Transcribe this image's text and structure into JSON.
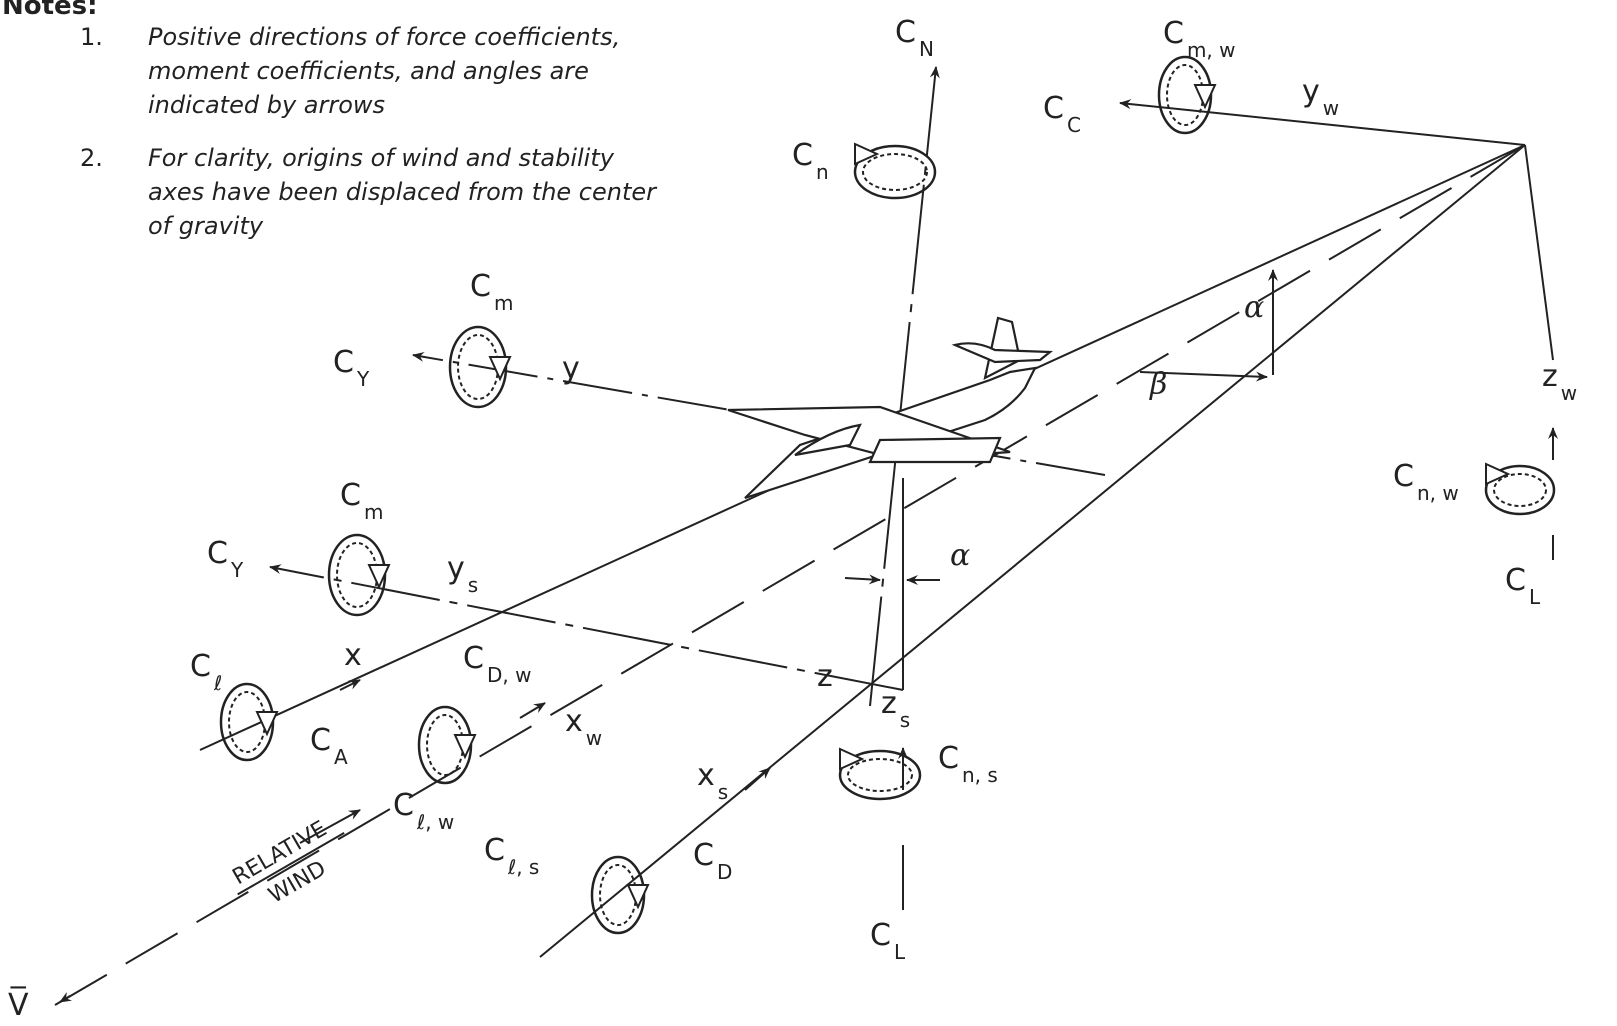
{
  "notes": {
    "heading": "Notes:",
    "note1_num": "1.",
    "note1_lines": [
      "Positive directions of force coefficients,",
      "moment coefficients, and angles are",
      "indicated by arrows"
    ],
    "note2_num": "2.",
    "note2_lines": [
      "For clarity, origins of wind and stability",
      "axes have been displaced from the center",
      "of gravity"
    ]
  },
  "labels": {
    "CN": {
      "main": "C",
      "sub": "N"
    },
    "Cmw": {
      "main": "C",
      "sub": "m, w"
    },
    "CC": {
      "main": "C",
      "sub": "C"
    },
    "yw": {
      "main": "y",
      "sub": "w"
    },
    "Cn": {
      "main": "C",
      "sub": "n"
    },
    "Cm_top": {
      "main": "C",
      "sub": "m"
    },
    "CY_top": {
      "main": "C",
      "sub": "Y"
    },
    "y": {
      "main": "y"
    },
    "alpha_right": {
      "main": "α"
    },
    "beta": {
      "main": "β"
    },
    "zw": {
      "main": "z",
      "sub": "w"
    },
    "Cnw": {
      "main": "C",
      "sub": "n, w"
    },
    "CL_right": {
      "main": "C",
      "sub": "L"
    },
    "Cm_mid": {
      "main": "C",
      "sub": "m"
    },
    "CY_mid": {
      "main": "C",
      "sub": "Y"
    },
    "ys": {
      "main": "y",
      "sub": "s"
    },
    "alpha_center": {
      "main": "α"
    },
    "Cl": {
      "main": "C",
      "sub": "ℓ"
    },
    "x": {
      "main": "x"
    },
    "CDw": {
      "main": "C",
      "sub": "D, w"
    },
    "xw": {
      "main": "x",
      "sub": "w"
    },
    "z": {
      "main": "z"
    },
    "zs": {
      "main": "z",
      "sub": "s"
    },
    "CA": {
      "main": "C",
      "sub": "A"
    },
    "Clw": {
      "main": "C",
      "sub": "ℓ, w"
    },
    "xs": {
      "main": "x",
      "sub": "s"
    },
    "Cns": {
      "main": "C",
      "sub": "n, s"
    },
    "Cls": {
      "main": "C",
      "sub": "ℓ, s"
    },
    "CD": {
      "main": "C",
      "sub": "D"
    },
    "CL_bottom": {
      "main": "C",
      "sub": "L"
    },
    "Vbar": {
      "main": "V̅"
    }
  },
  "relative_wind": {
    "line1": "RELATIVE",
    "line2": "WIND"
  }
}
